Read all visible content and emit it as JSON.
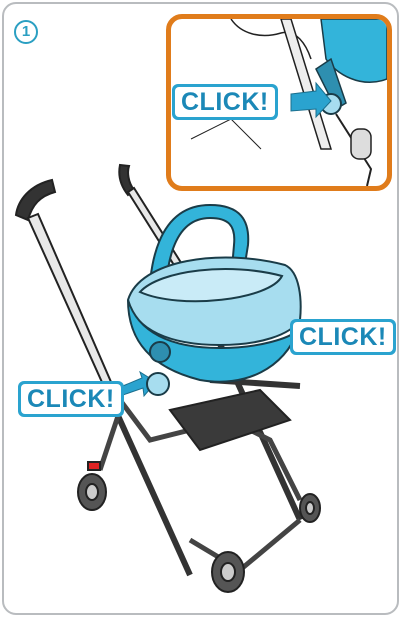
{
  "step": {
    "number": "1"
  },
  "labels": {
    "inset_click": "CLICK!",
    "seat_click": "CLICK!",
    "frame_click": "CLICK!"
  },
  "colors": {
    "accent_blue": "#2aa3cf",
    "inset_border": "#e07c1b",
    "frame_border": "#b9bcbf",
    "seat_blue": "#33b4da",
    "seat_light": "#a7ddef"
  },
  "icons": [
    "arrow-icon",
    "wheel-icon"
  ]
}
